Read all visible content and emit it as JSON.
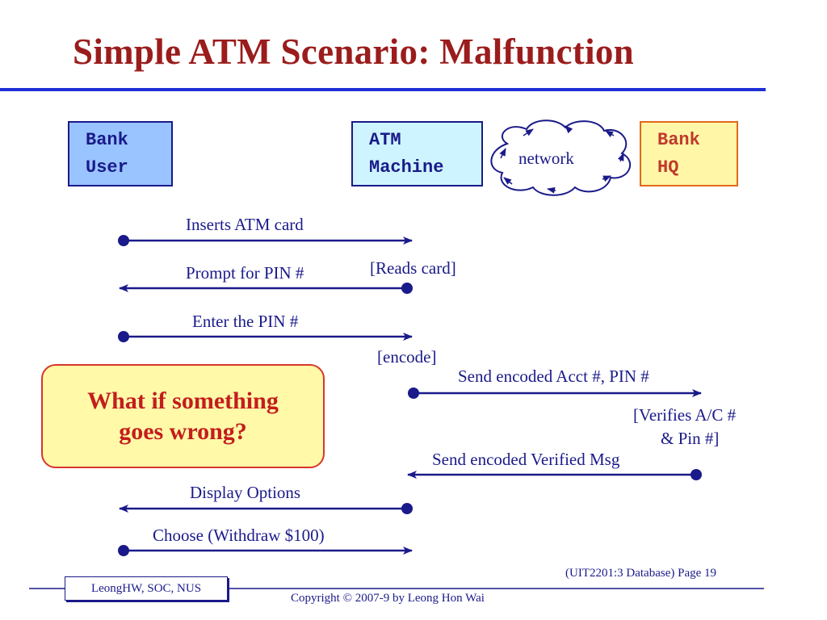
{
  "title": "Simple ATM Scenario: Malfunction",
  "actors": {
    "user": [
      "Bank",
      "User"
    ],
    "atm": [
      "ATM",
      "Machine"
    ],
    "network": "network",
    "hq": [
      "Bank",
      "HQ"
    ]
  },
  "messages": {
    "m1": "Inserts ATM card",
    "m2": "Prompt for PIN #",
    "m3": "Enter the PIN #",
    "m4": "Send encoded Acct #, PIN #",
    "m5": "Send encoded Verified Msg",
    "m6": "Display Options",
    "m7": "Choose (Withdraw $100)"
  },
  "notes": {
    "reads_card": "[Reads card]",
    "encode": "[encode]",
    "verifies_1": "[Verifies A/C #",
    "verifies_2": "& Pin #]"
  },
  "callout": [
    "What if something",
    "goes wrong?"
  ],
  "footer": {
    "author": "LeongHW, SOC, NUS",
    "page": "(UIT2201:3 Database) Page 19",
    "copyright": "Copyright © 2007-9 by Leong Hon Wai"
  },
  "colors": {
    "title": "#9b1c1c",
    "rule": "#1f2fd6",
    "arrow": "#1a1a8a"
  }
}
